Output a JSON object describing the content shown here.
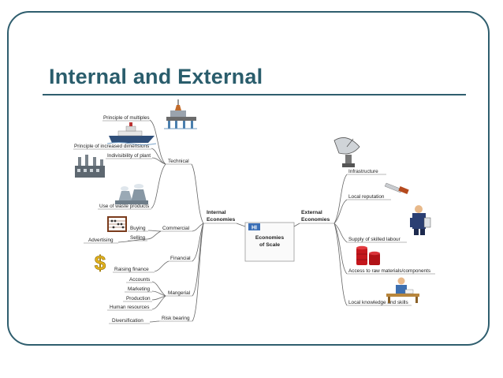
{
  "slide": {
    "title": "Internal and External"
  },
  "center": {
    "label_line1": "Economies",
    "label_line2": "of Scale",
    "logo_text": "HI"
  },
  "internal": {
    "label_line1": "Internal",
    "label_line2": "Economies",
    "branches": {
      "technical": {
        "label": "Technical",
        "items": [
          "Principle of multiples",
          "Principle of increased dimensions",
          "Indivisibility of plant",
          "Use of waste products"
        ]
      },
      "commercial": {
        "label": "Commercial",
        "items": [
          "Buying",
          "Selling",
          "Advertising"
        ]
      },
      "financial": {
        "label": "Financial",
        "items": [
          "Raising finance"
        ]
      },
      "managerial": {
        "label": "Mangerial",
        "items": [
          "Accounts",
          "Marketing",
          "Production",
          "Human resources"
        ]
      },
      "risk": {
        "label": "Risk bearing",
        "items": [
          "Diversification"
        ]
      }
    }
  },
  "external": {
    "label_line1": "External",
    "label_line2": "Economies",
    "items": [
      "Infrastructure",
      "Local reputation",
      "Supply of skilled labour",
      "Access to raw materials/components",
      "Local knowledge and skills"
    ]
  },
  "clipart": {
    "oil_rig": "oil-rig-icon",
    "ship": "ship-icon",
    "factory": "factory-icon",
    "recycling_plant": "power-plant-icon",
    "abacus": "abacus-icon",
    "dollar": "dollar-sign-icon",
    "satellite_dish": "satellite-dish-icon",
    "knife": "knife-icon",
    "worker": "worker-icon",
    "oil_barrels": "oil-barrels-icon",
    "person_at_desk": "person-at-desk-icon"
  },
  "colors": {
    "frame": "#2f5e6e",
    "title": "#2a5d6c",
    "lines": "#666666"
  }
}
